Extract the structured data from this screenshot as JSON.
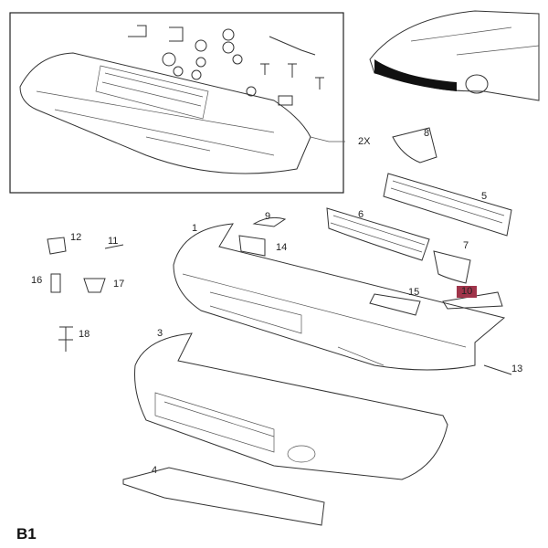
{
  "page_label": "B1",
  "highlight_color": "#a0344a",
  "callouts": {
    "inset_qty": "2X",
    "p1": "1",
    "p3": "3",
    "p4": "4",
    "p5": "5",
    "p6": "6",
    "p7": "7",
    "p8": "8",
    "p9": "9",
    "p10": "10",
    "p11": "11",
    "p12": "12",
    "p13": "13",
    "p14": "14",
    "p15": "15",
    "p16": "16",
    "p17": "17",
    "p18": "18"
  },
  "selected_part": "10"
}
